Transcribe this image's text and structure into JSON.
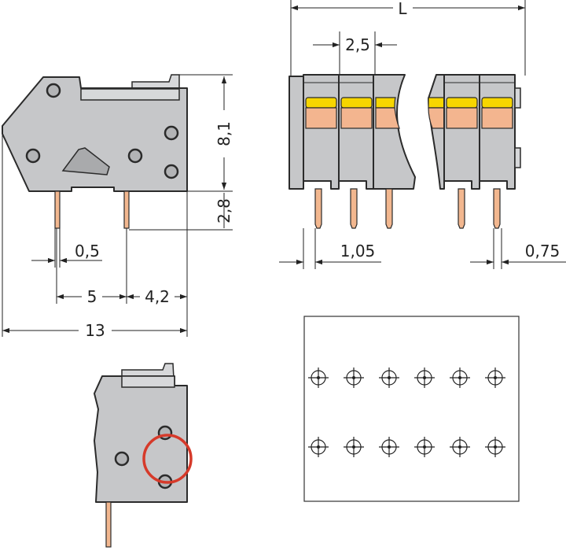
{
  "drawing": {
    "title": "PCB terminal block dimensional drawing",
    "dimensions": {
      "length": "L",
      "pitch": "2,5",
      "height_body": "8,1",
      "pin_length": "2,8",
      "pin_width": "0,5",
      "pin_spacing": "5",
      "pin_to_edge": "4,2",
      "depth": "13",
      "pin_offset": "1,05",
      "pin_thickness": "0,75"
    },
    "colors": {
      "housing": "#c6c7c9",
      "push_button": "#f7d600",
      "clamp": "#f3b58f",
      "highlight": "#d63a2a"
    },
    "footprint": {
      "rows": 2,
      "columns": 6
    }
  }
}
